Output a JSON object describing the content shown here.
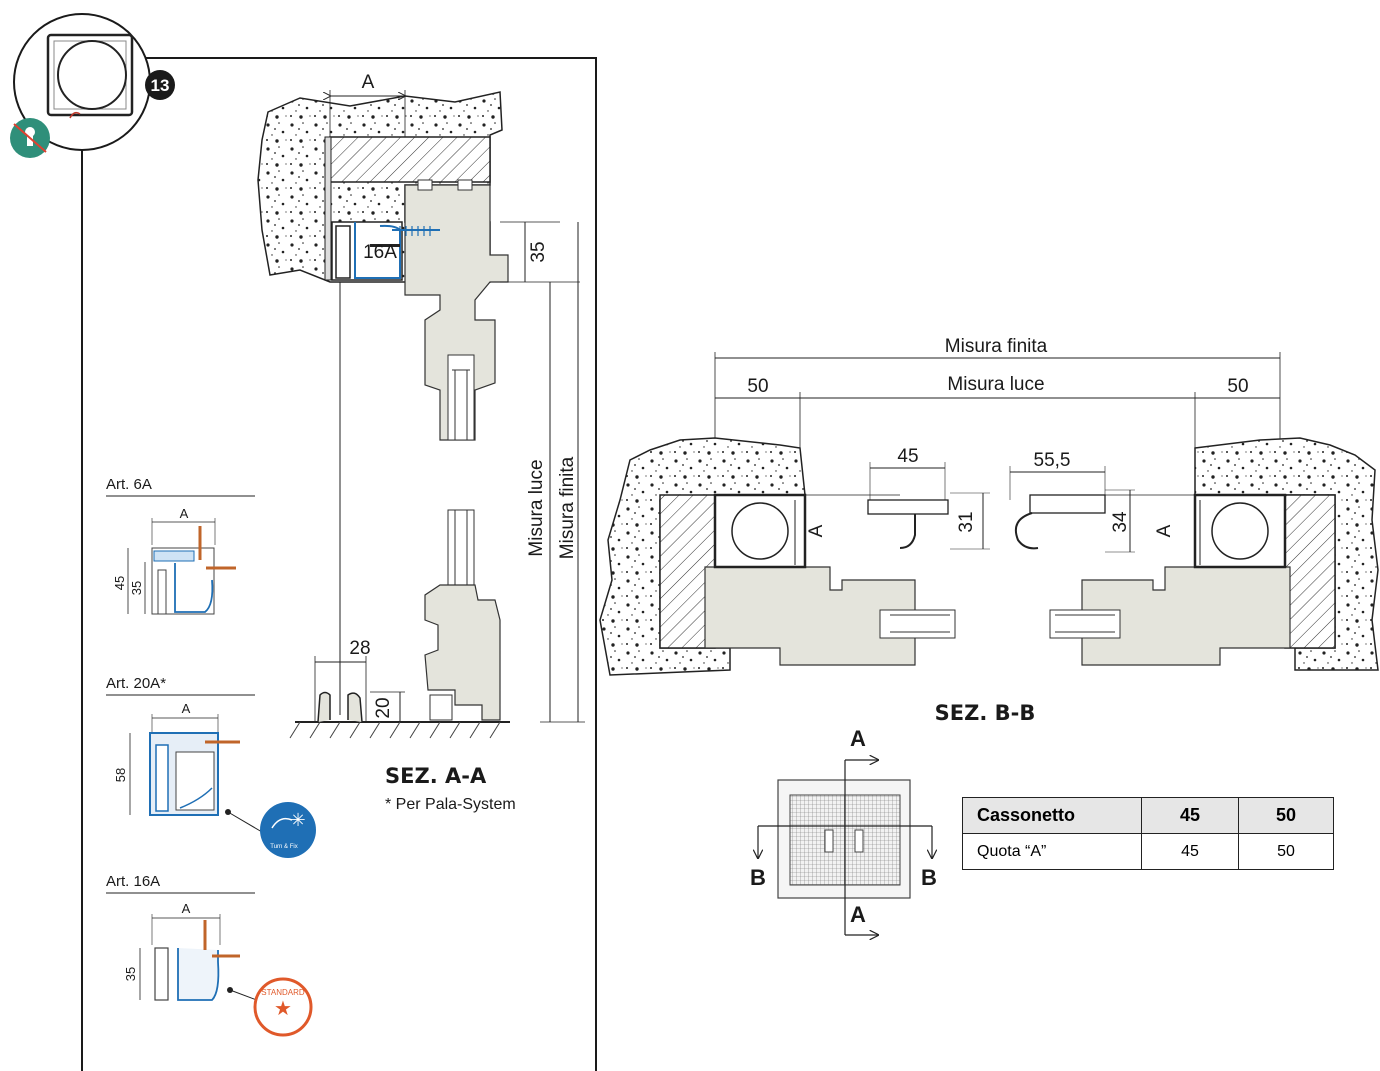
{
  "badge": {
    "number": "13"
  },
  "section_aa": {
    "title": "SEZ. A-A",
    "note": "* Per Pala-System",
    "dim_a": "A",
    "label_16a": "16A",
    "dim_35": "35",
    "dim_28": "28",
    "dim_20": "20",
    "misura_luce": "Misura luce",
    "misura_finita": "Misura finita"
  },
  "articles": [
    {
      "title": "Art. 6A",
      "dim_a": "A",
      "dim_outer": "45",
      "dim_inner": "35"
    },
    {
      "title": "Art. 20A*",
      "dim_a": "A",
      "dim_outer": "58",
      "badge_text": "Turn & Fix"
    },
    {
      "title": "Art. 16A",
      "dim_a": "A",
      "dim_outer": "35",
      "badge_text": "STANDARD"
    }
  ],
  "section_bb": {
    "title": "SEZ. B-B",
    "misura_finita": "Misura finita",
    "misura_luce": "Misura luce",
    "dim_left": "50",
    "dim_right": "50",
    "dim_45": "45",
    "dim_55_5": "55,5",
    "dim_31": "31",
    "dim_34": "34",
    "dim_a_left": "A",
    "dim_a_right": "A"
  },
  "key_plan": {
    "top": "A",
    "bottom": "A",
    "left": "B",
    "right": "B"
  },
  "table": {
    "headers": [
      "Cassonetto",
      "45",
      "50"
    ],
    "rows": [
      [
        "Quota “A”",
        "45",
        "50"
      ]
    ]
  },
  "colors": {
    "frame": "#e4e4dc",
    "line": "#1a1a1a",
    "screw": "#c0652a",
    "blue_badge": "#1f6fb5",
    "orange_badge": "#e0592a",
    "green_badge": "#2f8f7a"
  }
}
